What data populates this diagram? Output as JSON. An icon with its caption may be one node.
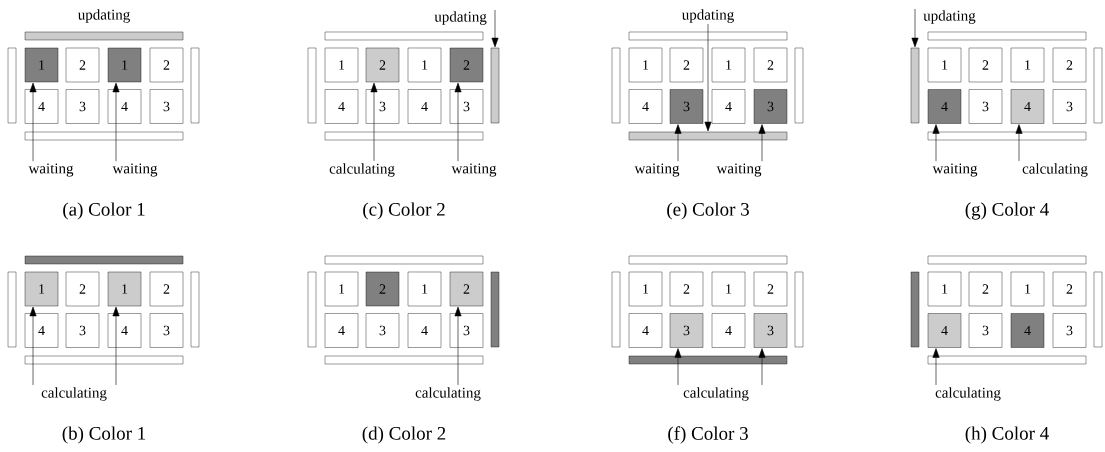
{
  "diagram": {
    "nodes": [
      {
        "text": [],
        "shape": "bar",
        "beside": [
          "updating"
        ]
      },
      {
        "text": [],
        "shape": "bar"
      },
      {
        "text": [
          "1"
        ]
      },
      {
        "text": [
          "2"
        ]
      },
      {
        "text": [
          "1"
        ]
      },
      {
        "text": [
          "2"
        ]
      },
      {
        "text": [
          "4"
        ]
      },
      {
        "text": [
          "3"
        ]
      },
      {
        "text": [
          "4"
        ]
      },
      {
        "text": [
          "3"
        ]
      },
      {
        "text": [],
        "shape": "bar"
      },
      {
        "text": [],
        "shape": "bar"
      },
      {
        "text": [
          "waiting"
        ]
      },
      {
        "text": [
          "waiting"
        ]
      },
      {
        "text": [
          "updating"
        ]
      },
      {
        "text": [],
        "shape": "bar"
      },
      {
        "text": [],
        "shape": "bar"
      },
      {
        "text": [
          "1"
        ]
      },
      {
        "text": [
          "2"
        ]
      },
      {
        "text": [
          "1"
        ]
      },
      {
        "text": [
          "2"
        ]
      },
      {
        "text": [
          "4"
        ]
      },
      {
        "text": [
          "3"
        ]
      },
      {
        "text": [
          "4"
        ]
      },
      {
        "text": [
          "3"
        ]
      },
      {
        "text": [],
        "shape": "bar"
      },
      {
        "text": [],
        "shape": "bar"
      },
      {
        "text": [
          "calculating"
        ]
      },
      {
        "text": [
          "waiting"
        ]
      },
      {
        "text": [
          "updating"
        ]
      },
      {
        "text": [],
        "shape": "bar"
      },
      {
        "text": [],
        "shape": "bar"
      },
      {
        "text": [
          "1"
        ]
      },
      {
        "text": [
          "2"
        ]
      },
      {
        "text": [
          "1"
        ]
      },
      {
        "text": [
          "2"
        ]
      },
      {
        "text": [
          "4"
        ]
      },
      {
        "text": [
          "3"
        ]
      },
      {
        "text": [
          "4"
        ]
      },
      {
        "text": [
          "3"
        ]
      },
      {
        "text": [],
        "shape": "bar"
      },
      {
        "text": [],
        "shape": "bar"
      },
      {
        "text": [
          "waiting"
        ]
      },
      {
        "text": [
          "waiting"
        ]
      },
      {
        "text": [
          "updating"
        ]
      },
      {
        "text": [],
        "shape": "bar"
      },
      {
        "text": [],
        "shape": "bar"
      },
      {
        "text": [
          "1"
        ]
      },
      {
        "text": [
          "2"
        ]
      },
      {
        "text": [
          "1"
        ]
      },
      {
        "text": [
          "2"
        ]
      },
      {
        "text": [
          "4"
        ]
      },
      {
        "text": [
          "3"
        ]
      },
      {
        "text": [
          "4"
        ]
      },
      {
        "text": [
          "3"
        ]
      },
      {
        "text": [],
        "shape": "bar"
      },
      {
        "text": [],
        "shape": "bar"
      },
      {
        "text": [
          "waiting"
        ]
      },
      {
        "text": [
          "calculating"
        ]
      },
      {
        "text": [],
        "shape": "bar"
      },
      {
        "text": [],
        "shape": "bar"
      },
      {
        "text": [
          "1"
        ]
      },
      {
        "text": [
          "2"
        ]
      },
      {
        "text": [
          "1"
        ]
      },
      {
        "text": [
          "2"
        ]
      },
      {
        "text": [
          "4"
        ]
      },
      {
        "text": [
          "3"
        ]
      },
      {
        "text": [
          "4"
        ]
      },
      {
        "text": [
          "3"
        ]
      },
      {
        "text": [],
        "shape": "bar"
      },
      {
        "text": [],
        "shape": "bar"
      },
      {
        "text": [
          "calculating"
        ]
      },
      {
        "text": [],
        "shape": "bar"
      },
      {
        "text": [],
        "shape": "bar"
      },
      {
        "text": [
          "1"
        ]
      },
      {
        "text": [
          "2"
        ]
      },
      {
        "text": [
          "1"
        ]
      },
      {
        "text": [
          "2"
        ]
      },
      {
        "text": [
          "4"
        ]
      },
      {
        "text": [
          "3"
        ]
      },
      {
        "text": [
          "4"
        ]
      },
      {
        "text": [
          "3"
        ]
      },
      {
        "text": [],
        "shape": "bar"
      },
      {
        "text": [],
        "shape": "bar"
      },
      {
        "text": [
          "calculating"
        ]
      },
      {
        "text": [],
        "shape": "bar"
      },
      {
        "text": [],
        "shape": "bar"
      },
      {
        "text": [
          "1"
        ]
      },
      {
        "text": [
          "2"
        ]
      },
      {
        "text": [
          "1"
        ]
      },
      {
        "text": [
          "2"
        ]
      },
      {
        "text": [
          "4"
        ]
      },
      {
        "text": [
          "3"
        ]
      },
      {
        "text": [
          "4"
        ]
      },
      {
        "text": [
          "3"
        ]
      },
      {
        "text": [],
        "shape": "bar"
      },
      {
        "text": [],
        "shape": "bar"
      },
      {
        "text": [
          "calculating"
        ]
      },
      {
        "text": [],
        "shape": "bar"
      },
      {
        "text": [],
        "shape": "bar"
      },
      {
        "text": [
          "1"
        ]
      },
      {
        "text": [
          "2"
        ]
      },
      {
        "text": [
          "1"
        ]
      },
      {
        "text": [
          "2"
        ]
      },
      {
        "text": [
          "4"
        ]
      },
      {
        "text": [
          "3"
        ]
      },
      {
        "text": [
          "4"
        ]
      },
      {
        "text": [
          "3"
        ]
      },
      {
        "text": [],
        "shape": "bar"
      },
      {
        "text": [],
        "shape": "bar"
      },
      {
        "text": [
          "calculating"
        ]
      }
    ],
    "edges": [
      {
        "from": 12,
        "to": 2,
        "arrow": "to"
      },
      {
        "from": 13,
        "to": 4,
        "arrow": "to"
      },
      {
        "from": 14,
        "to": 25,
        "arrow": "to"
      },
      {
        "from": 27,
        "to": 18,
        "arrow": "to"
      },
      {
        "from": 28,
        "to": 20,
        "arrow": "to"
      },
      {
        "from": 29,
        "to": 41,
        "arrow": "to"
      },
      {
        "from": 42,
        "to": 37,
        "arrow": "to"
      },
      {
        "from": 43,
        "to": 39,
        "arrow": "to"
      },
      {
        "from": 44,
        "to": 46,
        "arrow": "to"
      },
      {
        "from": 57,
        "to": 51,
        "arrow": "to"
      },
      {
        "from": 58,
        "to": 53,
        "arrow": "to"
      },
      {
        "from": 71,
        "to": 61,
        "arrow": "to"
      },
      {
        "from": 71,
        "to": 63,
        "arrow": "to"
      },
      {
        "from": 84,
        "to": 77,
        "arrow": "to"
      },
      {
        "from": 97,
        "to": 92,
        "arrow": "to"
      },
      {
        "from": 97,
        "to": 94,
        "arrow": "to"
      },
      {
        "from": 110,
        "to": 104,
        "arrow": "to"
      }
    ],
    "labels": [
      "(a) Color 1",
      "(c) Color 2",
      "(e) Color 3",
      "(g) Color 4",
      "(b) Color 1",
      "(d) Color 2",
      "(f) Color 3",
      "(h) Color 4"
    ]
  }
}
